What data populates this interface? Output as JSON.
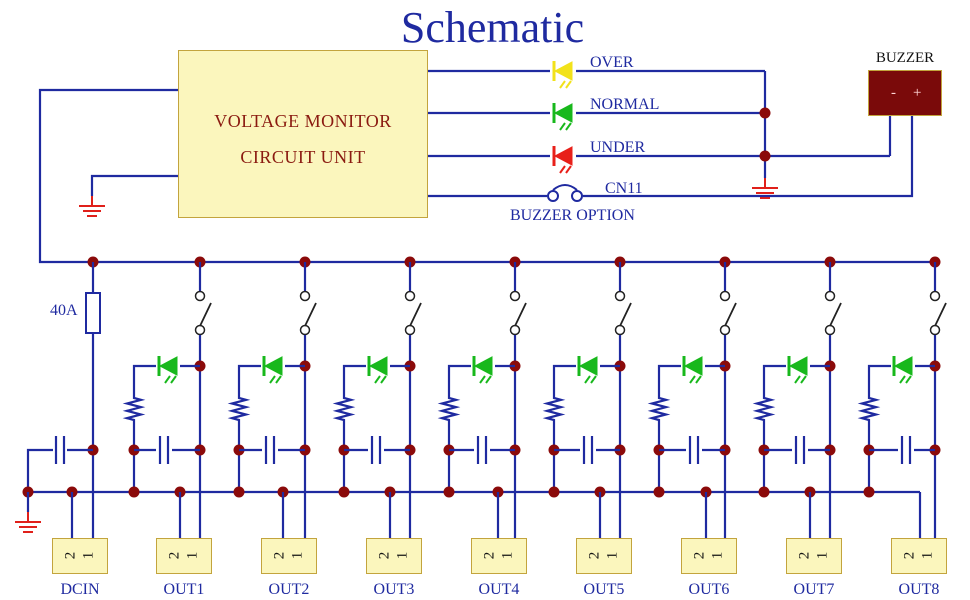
{
  "title": "Schematic",
  "monitor": {
    "line1": "VOLTAGE  MONITOR",
    "line2": "CIRCUIT UNIT"
  },
  "indicators": [
    {
      "label": "OVER",
      "color": "#f2e21a"
    },
    {
      "label": "NORMAL",
      "color": "#18b81c"
    },
    {
      "label": "UNDER",
      "color": "#e8201a"
    }
  ],
  "buzzer": {
    "title": "BUZZER",
    "minus": "-",
    "plus": "+"
  },
  "option": {
    "connector": "CN11",
    "label": "BUZZER OPTION"
  },
  "fuse_rating": "40A",
  "connector_pins": {
    "pin2": "2",
    "pin1": "1"
  },
  "connectors": [
    "DCIN",
    "OUT1",
    "OUT2",
    "OUT3",
    "OUT4",
    "OUT5",
    "OUT6",
    "OUT7",
    "OUT8"
  ],
  "colors": {
    "wire": "#1f2aa0",
    "node": "#8b0a0a",
    "ground": "#e0201a",
    "led": "#18b81c"
  }
}
